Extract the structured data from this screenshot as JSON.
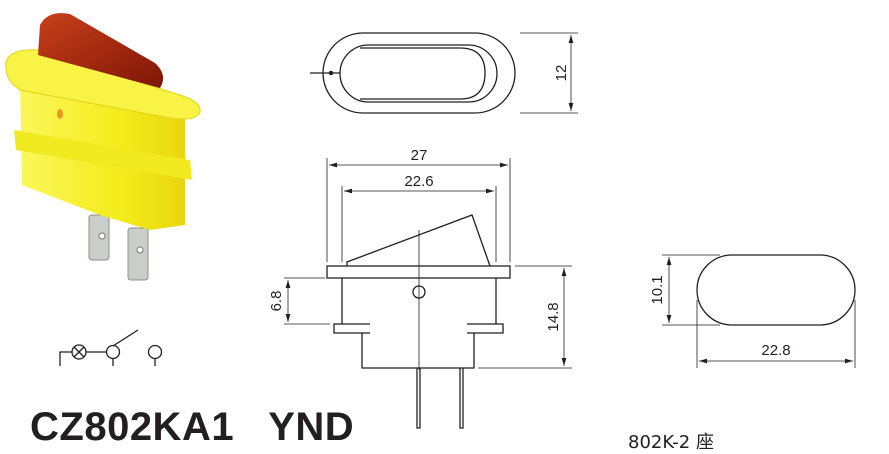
{
  "product": {
    "model": "CZ802KA1",
    "color_code": "YND",
    "base_label": "802K-2 座"
  },
  "dimensions": {
    "top_view_height": "12",
    "overall_width": "27",
    "rocker_width": "22.6",
    "flange_to_clip": "6.8",
    "body_height": "14.8",
    "cutout_height": "10.1",
    "cutout_width": "22.8"
  },
  "colors": {
    "housing": "#f7f12a",
    "lens": "#a8240c",
    "line": "#231f20",
    "terminal": "#c9cfc8"
  }
}
